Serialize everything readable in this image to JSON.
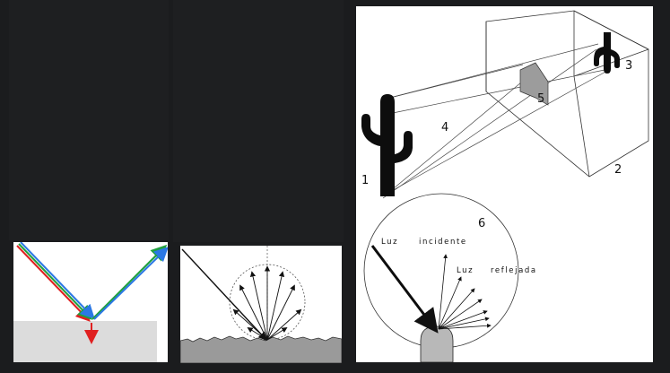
{
  "colors": {
    "background": "#1b1c1e",
    "ray_red": "#e02020",
    "ray_green": "#20a040",
    "ray_blue": "#2b78e4",
    "surface_gray": "#dcdcdc",
    "rough_surface": "#9a9a9a"
  },
  "specular_panel": {
    "icon": "specular-reflection-diagram"
  },
  "diffuse_panel": {
    "icon": "diffuse-reflection-diagram"
  },
  "camera_panel": {
    "icons": [
      "large-cactus-icon",
      "small-inverted-cactus-icon",
      "pinhole-screen-icon"
    ],
    "labels": {
      "n1": "1",
      "n2": "2",
      "n3": "3",
      "n4": "4",
      "n5": "5",
      "n6": "6"
    },
    "circle_text": {
      "luz1": "Luz",
      "incidente": "incidente",
      "luz2": "Luz",
      "reflejada": "reflejada"
    }
  }
}
